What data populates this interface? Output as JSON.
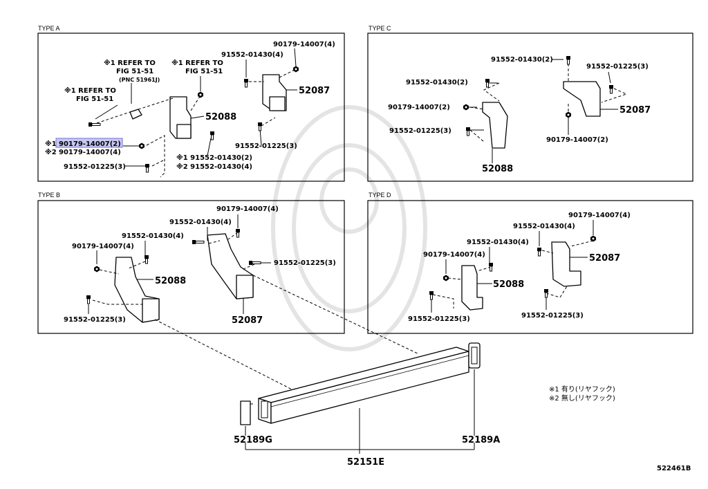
{
  "panels": {
    "a": {
      "title": "TYPE A"
    },
    "b": {
      "title": "TYPE  B"
    },
    "c": {
      "title": "TYPE C"
    },
    "d": {
      "title": "TYPE D"
    }
  },
  "type_a": {
    "ref1_line1": "※1 REFER TO",
    "ref1_line2": "FIG 51-51",
    "ref1_line3": "(PNC 51961J)",
    "ref2_line1": "※1 REFER TO",
    "ref2_line2": "FIG 51-51",
    "ref3_line1": "※1 REFER TO",
    "ref3_line2": "FIG 51-51",
    "nut_top": "90179-14007(4)",
    "bolt_top": "91552-01430(4)",
    "bracket_right": "52087",
    "bracket_left": "52088",
    "bolt_right_lower": "91552-01225(3)",
    "note1_mark": "※1",
    "nut_mid_1": "90179-14007(2)",
    "note2_mark": "※2",
    "nut_mid_2": "90179-14007(4)",
    "bolt_left_lower": "91552-01225(3)",
    "bolt_bottom_1": "※1 91552-01430(2)",
    "bolt_bottom_2": "※2 91552-01430(4)"
  },
  "type_c": {
    "bolt_top": "91552-01430(2)",
    "bolt_right": "91552-01225(3)",
    "bolt_left": "91552-01430(2)",
    "nut_left": "90179-14007(2)",
    "bracket_right": "52087",
    "bolt_left_lower": "91552-01225(3)",
    "nut_right": "90179-14007(2)",
    "bracket_left": "52088"
  },
  "type_b": {
    "nut_top": "90179-14007(4)",
    "bolt_top": "91552-01430(4)",
    "bolt_left": "91552-01430(4)",
    "nut_left": "90179-14007(4)",
    "bolt_right": "91552-01225(3)",
    "bracket_left": "52088",
    "bolt_left_lower": "91552-01225(3)",
    "bracket_right": "52087"
  },
  "type_d": {
    "nut_top": "90179-14007(4)",
    "bolt_top": "91552-01430(4)",
    "bolt_mid": "91552-01430(4)",
    "nut_left": "90179-14007(4)",
    "bracket_right": "52087",
    "bracket_left": "52088",
    "bolt_right_lower": "91552-01225(3)",
    "bolt_left_lower": "91552-01225(3)"
  },
  "assembly": {
    "beam": "52151E",
    "cap_left": "52189G",
    "cap_right": "52189A",
    "legend_1": "※1 有り(リヤフック)",
    "legend_2": "※2 無し(リヤフック)",
    "drawing_id": "522461B"
  }
}
